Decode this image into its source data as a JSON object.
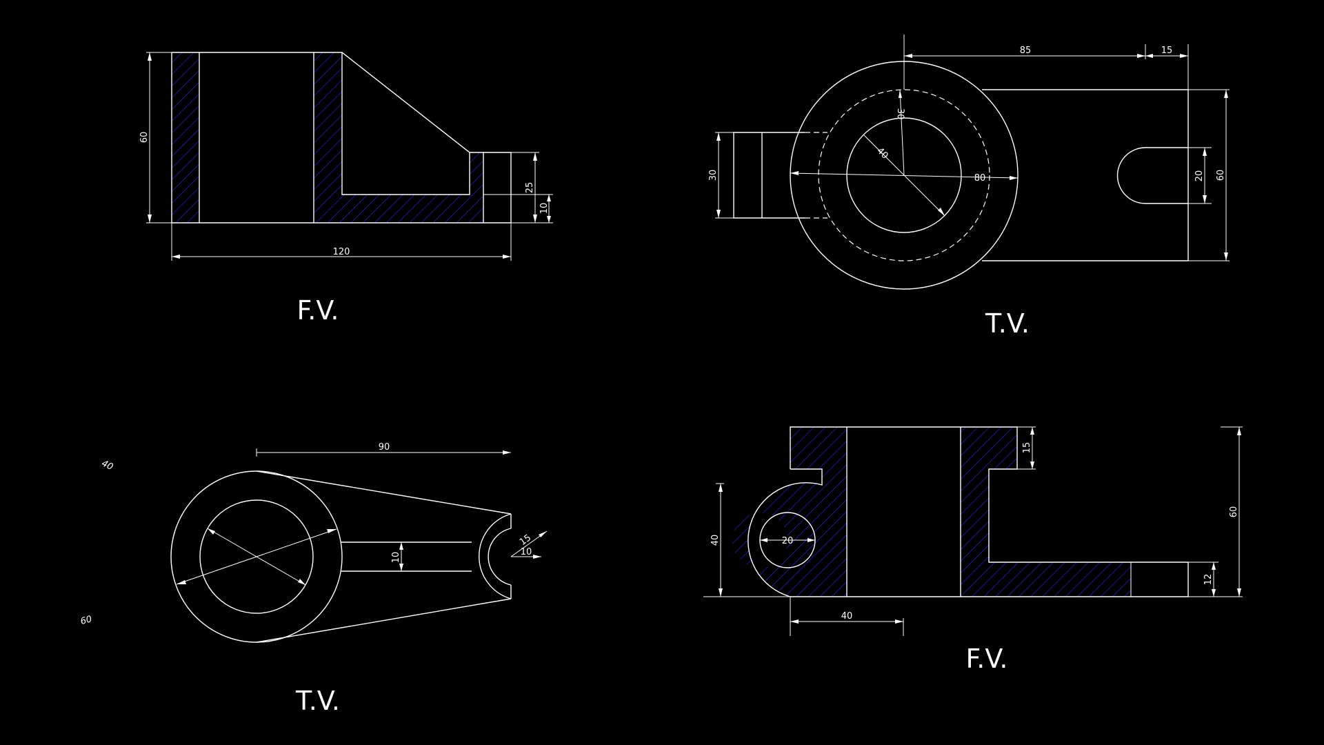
{
  "colors": {
    "background": "#000000",
    "line": "#ffffff",
    "hatch": "#1f1fbf"
  },
  "views": {
    "fv1": {
      "title": "F.V.",
      "dims": {
        "height": "60",
        "width": "120",
        "d25": "25",
        "d10": "10"
      }
    },
    "tv1": {
      "title": "T.V.",
      "dims": {
        "d85": "85",
        "d15": "15",
        "d30a": "30",
        "d40": "40",
        "d80": "80",
        "d30b": "30",
        "d20": "20",
        "d60": "60"
      }
    },
    "tv2": {
      "title": "T.V.",
      "dims": {
        "d90": "90",
        "d10": "10",
        "d15": "15",
        "d10b": "10",
        "stray40": "40",
        "stray60": "60"
      }
    },
    "fv2": {
      "title": "F.V.",
      "dims": {
        "d15": "15",
        "d40": "40",
        "d20": "20",
        "d60": "60",
        "d12": "12",
        "d40b": "40"
      }
    }
  }
}
